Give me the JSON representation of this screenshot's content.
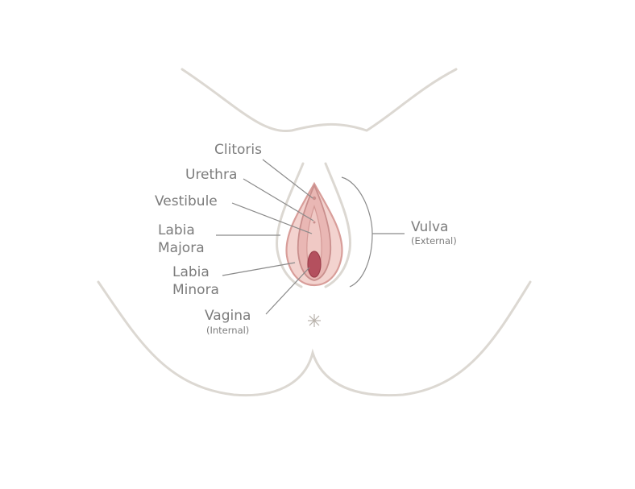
{
  "labels": {
    "clitoris": "Clitoris",
    "urethra": "Urethra",
    "vestibule": "Vestibule",
    "labia_majora_1": "Labia",
    "labia_majora_2": "Majora",
    "labia_minora_1": "Labia",
    "labia_minora_2": "Minora",
    "vagina": "Vagina",
    "vagina_note": "(Internal)",
    "vulva": "Vulva",
    "vulva_note": "(External)"
  },
  "colors": {
    "body_outline": "#dcd8d2",
    "text": "#7c7c7c",
    "leader": "#8a8a8a",
    "labia_majora_fill": "#f3d3cf",
    "labia_minora_fill": "#e9b7b4",
    "labia_minora_stroke": "#c98f8d",
    "vaginal_opening": "#b4505e"
  }
}
